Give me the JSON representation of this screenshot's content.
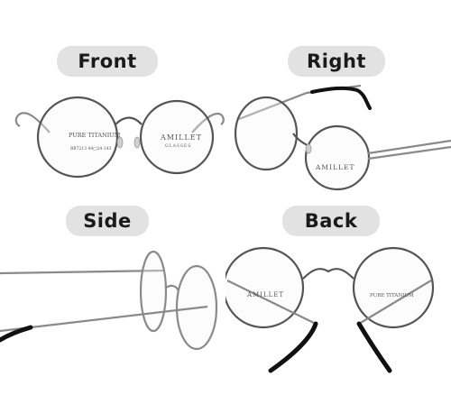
{
  "panels": {
    "front": {
      "label": "Front",
      "brand": "AMILLET",
      "brand_sub": "GLASSES",
      "temple_text": "PURE TITANIUM",
      "model_text": "BB7213  44□24-143"
    },
    "right": {
      "label": "Right",
      "brand": "AMILLET"
    },
    "side": {
      "label": "Side"
    },
    "back": {
      "label": "Back",
      "brand": "AMILLET",
      "temple_text": "PURE TITANIUM"
    }
  },
  "colors": {
    "pill_bg": "#e2e2e2",
    "frame": "#8a8a8a",
    "tip": "#111111"
  }
}
